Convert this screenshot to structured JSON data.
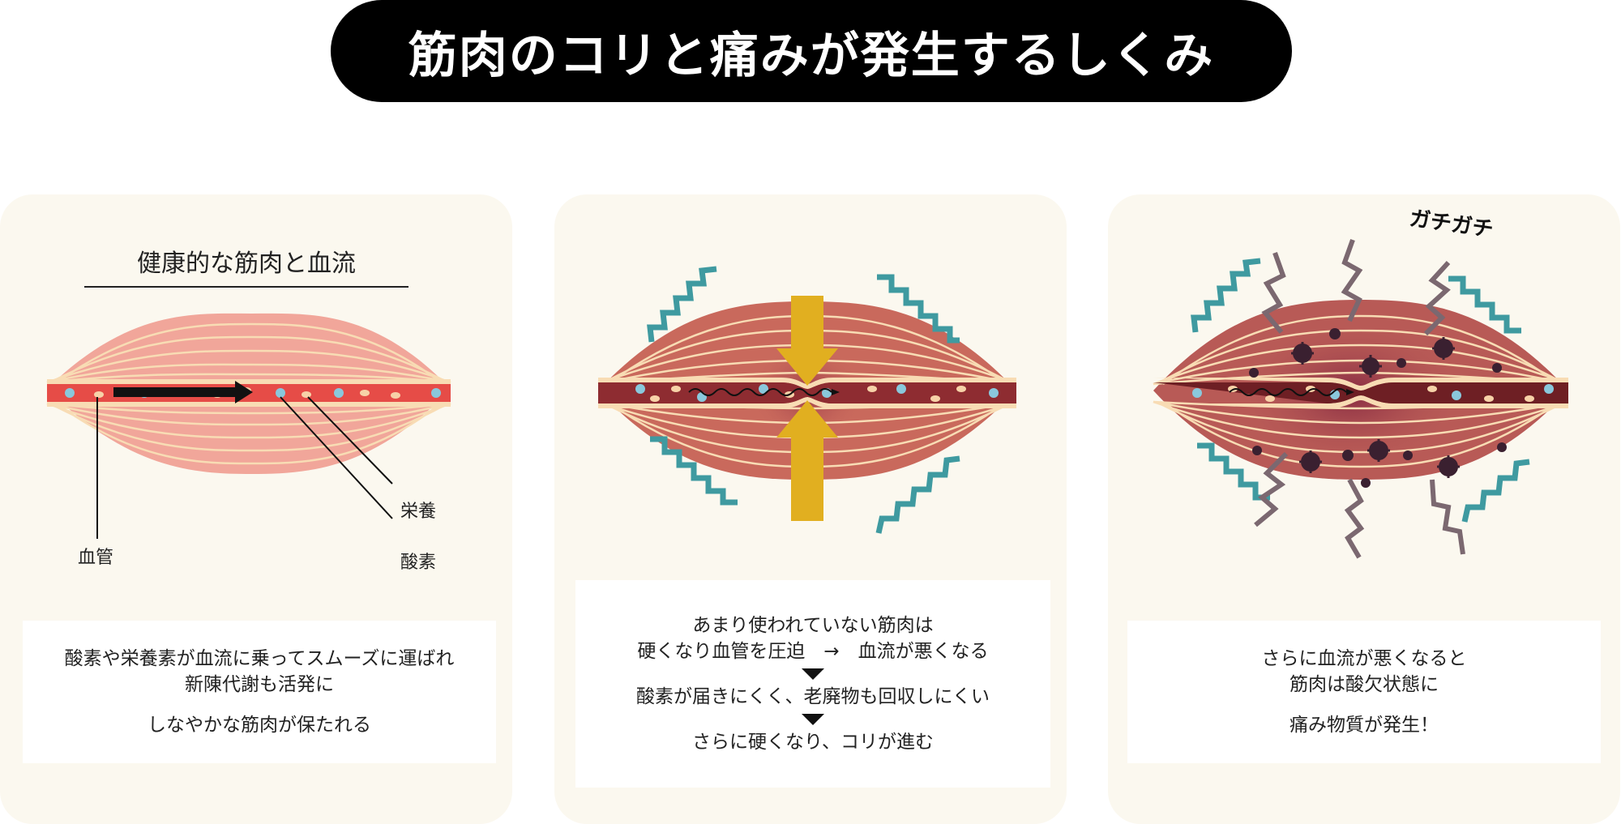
{
  "title": "筋肉のコリと痛みが発生するしくみ",
  "panels": [
    {
      "heading": "健康的な筋肉と血流",
      "labels": {
        "vessel": "血管",
        "nutrition": "栄養",
        "oxygen": "酸素"
      },
      "caption": [
        "酸素や栄養素が血流に乗ってスムーズに運ばれ",
        "新陳代謝も活発に",
        "しなやかな筋肉が保たれる"
      ]
    },
    {
      "caption": [
        "あまり使われていない筋肉は",
        "硬くなり血管を圧迫　→　血流が悪くなる",
        "酸素が届きにくく、老廃物も回収しにくい",
        "さらに硬くなり、コリが進む"
      ]
    },
    {
      "sound_effect": "ガチガチ",
      "caption": [
        "さらに血流が悪くなると",
        "筋肉は酸欠状態に",
        "痛み物質が発生！"
      ]
    }
  ],
  "colors": {
    "panel_bg": "#fbf8ef",
    "healthy_muscle": "#f1a69a",
    "healthy_vessel": "#e64c47",
    "stiff_muscle": "#c9695c",
    "stiff_vessel": "#8e2c31",
    "fiber": "#f8dcb4",
    "oxygen": "#8ac8dc",
    "nutrient": "#f7d2a8",
    "press_arrow": "#e1af20",
    "wave": "#3f9aa0",
    "pain_bolt": "#7b6870",
    "pain_substance": "#3a2030"
  }
}
